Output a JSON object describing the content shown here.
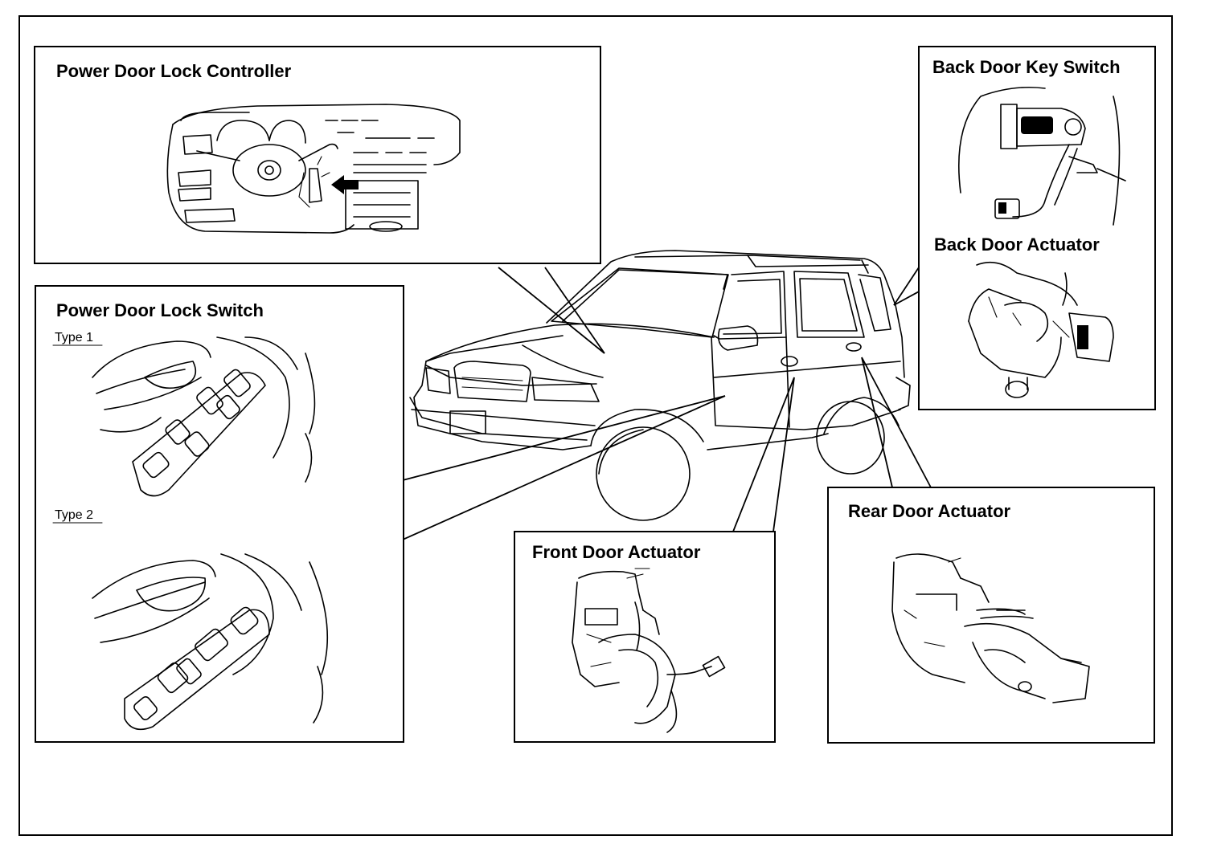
{
  "callouts": {
    "controller": "Power Door Lock Controller",
    "lock_switch": "Power Door Lock Switch",
    "type1": "Type 1",
    "type2": "Type 2",
    "back_key_switch": "Back Door Key Switch",
    "back_actuator": "Back Door Actuator",
    "front_actuator": "Front Door Actuator",
    "rear_actuator": "Rear Door Actuator"
  }
}
